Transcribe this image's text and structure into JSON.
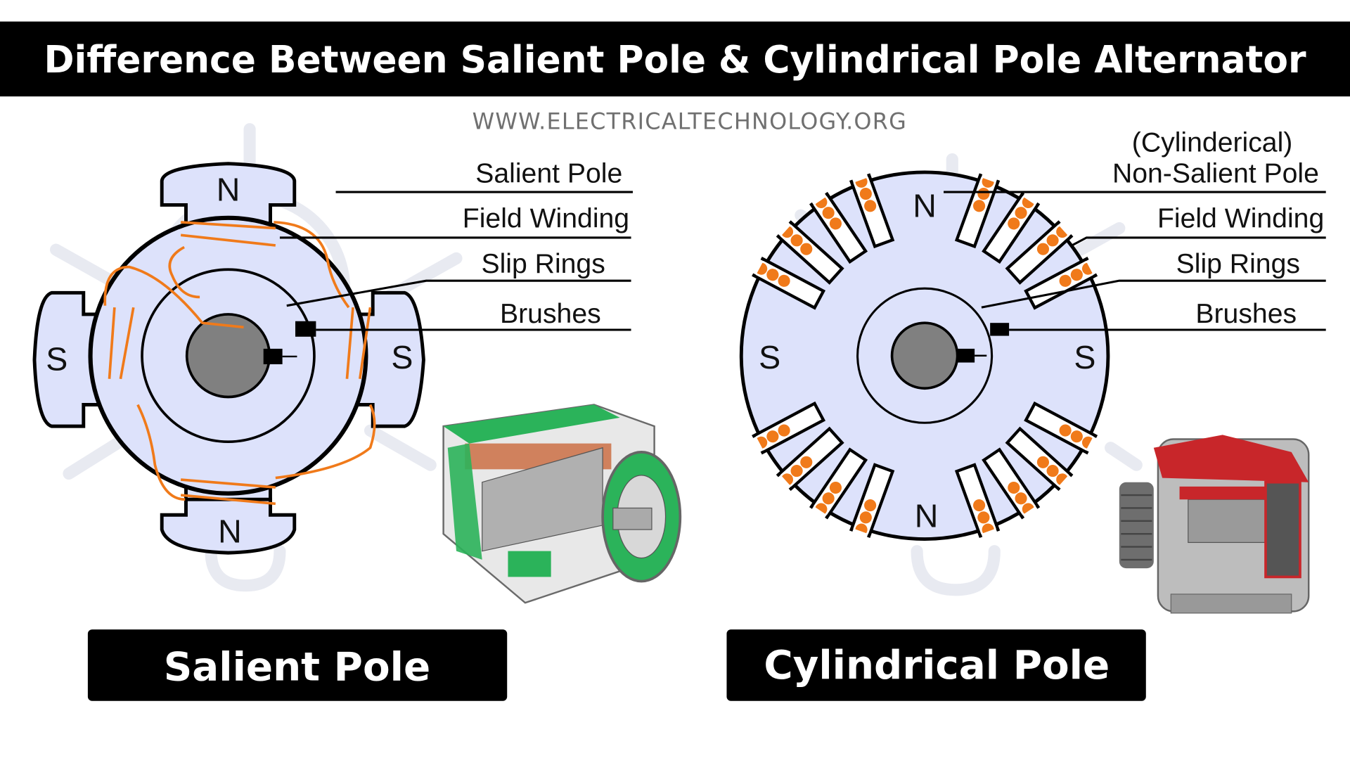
{
  "header": {
    "title": "Difference Between Salient Pole & Cylindrical Pole Alternator",
    "website": "WWW.ELECTRICALTECHNOLOGY.ORG"
  },
  "colors": {
    "header_bg": "#000000",
    "header_text": "#ffffff",
    "pole_fill": "#dde2fb",
    "shaft": "#808080",
    "winding": "#f07a1a",
    "website_text": "#707070",
    "photo_salient_accent": "#2bb35a",
    "photo_cylindrical_accent": "#c8262a"
  },
  "salient_diagram": {
    "poles": {
      "top": "N",
      "bottom": "N",
      "left": "S",
      "right": "S"
    },
    "labels": [
      {
        "id": "salient-pole",
        "text": "Salient Pole"
      },
      {
        "id": "field-winding",
        "text": "Field Winding"
      },
      {
        "id": "slip-rings",
        "text": "Slip Rings"
      },
      {
        "id": "brushes",
        "text": "Brushes"
      }
    ],
    "photo_caption": "salient pole alternator cutaway",
    "footer_label": "Salient Pole"
  },
  "cylindrical_diagram": {
    "poles": {
      "top": "N",
      "bottom": "N",
      "left": "S",
      "right": "S"
    },
    "title_line1": "(Cylinderical)",
    "labels": [
      {
        "id": "non-salient-pole",
        "text": "Non-Salient Pole"
      },
      {
        "id": "field-winding",
        "text": "Field Winding"
      },
      {
        "id": "slip-rings",
        "text": "Slip Rings"
      },
      {
        "id": "brushes",
        "text": "Brushes"
      }
    ],
    "slots_per_group": 4,
    "conductors_per_slot": 3,
    "photo_caption": "cylindrical pole alternator cutaway",
    "footer_label": "Cylindrical Pole"
  }
}
